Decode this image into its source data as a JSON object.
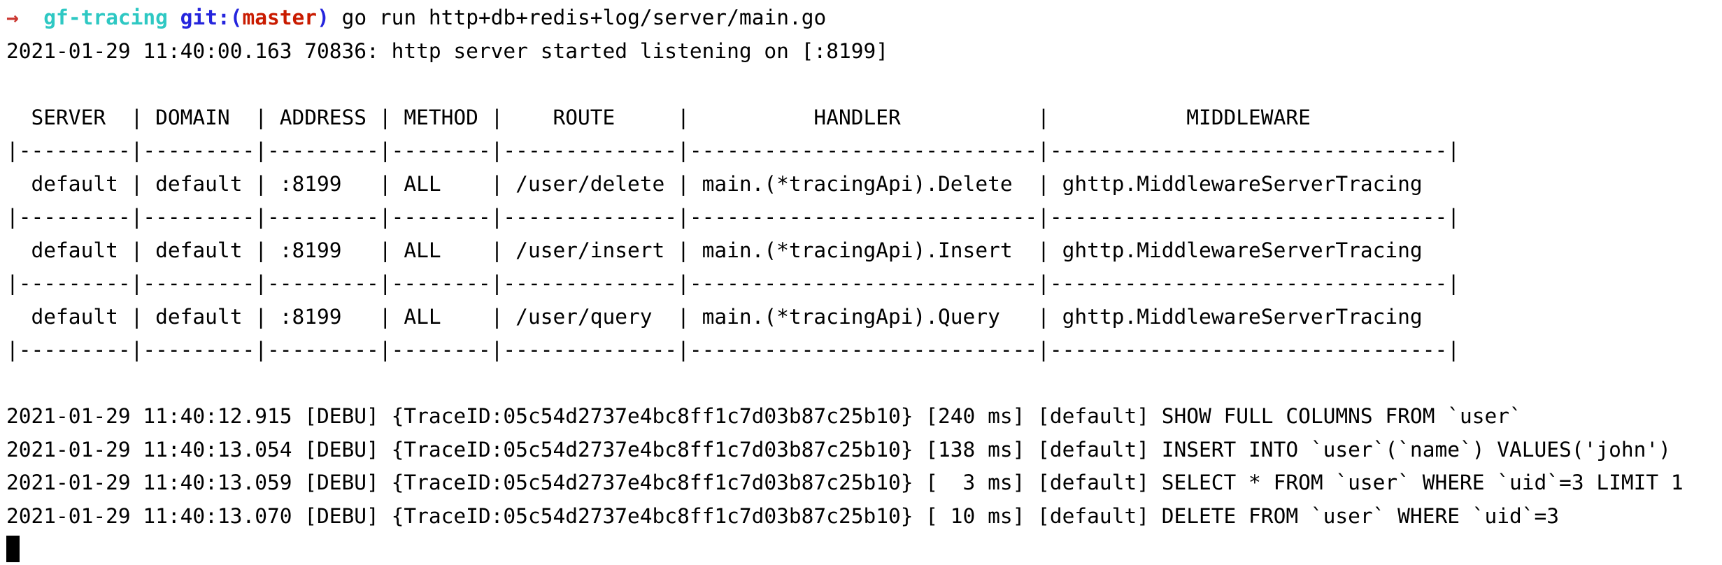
{
  "terminal": {
    "colors": {
      "background": "#ffffff",
      "foreground": "#000000",
      "prompt_arrow": "#cb3731",
      "directory_cyan": "#2ec8c3",
      "git_blue": "#2525dd",
      "branch_red": "#c91b00",
      "cursor": "#000000"
    },
    "prompt": {
      "arrow": "→  ",
      "directory": "gf-tracing ",
      "git_open": "git:(",
      "branch": "master",
      "git_close": ") ",
      "command": "go run http+db+redis+log/server/main.go"
    },
    "startup_log": "2021-01-29 11:40:00.163 70836: http server started listening on [:8199]",
    "route_table": {
      "columns": [
        "SERVER",
        "DOMAIN",
        "ADDRESS",
        "METHOD",
        "ROUTE",
        "HANDLER",
        "MIDDLEWARE"
      ],
      "rows": [
        [
          "default",
          "default",
          ":8199",
          "ALL",
          "/user/delete",
          "main.(*tracingApi).Delete",
          "ghttp.MiddlewareServerTracing"
        ],
        [
          "default",
          "default",
          ":8199",
          "ALL",
          "/user/insert",
          "main.(*tracingApi).Insert",
          "ghttp.MiddlewareServerTracing"
        ],
        [
          "default",
          "default",
          ":8199",
          "ALL",
          "/user/query",
          "main.(*tracingApi).Query",
          "ghttp.MiddlewareServerTracing"
        ]
      ],
      "lines": [
        "  SERVER  | DOMAIN  | ADDRESS | METHOD |    ROUTE     |          HANDLER           |           MIDDLEWARE",
        "|---------|---------|---------|--------|--------------|----------------------------|--------------------------------|",
        "  default | default | :8199   | ALL    | /user/delete | main.(*tracingApi).Delete  | ghttp.MiddlewareServerTracing",
        "|---------|---------|---------|--------|--------------|----------------------------|--------------------------------|",
        "  default | default | :8199   | ALL    | /user/insert | main.(*tracingApi).Insert  | ghttp.MiddlewareServerTracing",
        "|---------|---------|---------|--------|--------------|----------------------------|--------------------------------|",
        "  default | default | :8199   | ALL    | /user/query  | main.(*tracingApi).Query   | ghttp.MiddlewareServerTracing",
        "|---------|---------|---------|--------|--------------|----------------------------|--------------------------------|"
      ]
    },
    "sql_logs": [
      "2021-01-29 11:40:12.915 [DEBU] {TraceID:05c54d2737e4bc8ff1c7d03b87c25b10} [240 ms] [default] SHOW FULL COLUMNS FROM `user`",
      "2021-01-29 11:40:13.054 [DEBU] {TraceID:05c54d2737e4bc8ff1c7d03b87c25b10} [138 ms] [default] INSERT INTO `user`(`name`) VALUES('john')",
      "2021-01-29 11:40:13.059 [DEBU] {TraceID:05c54d2737e4bc8ff1c7d03b87c25b10} [  3 ms] [default] SELECT * FROM `user` WHERE `uid`=3 LIMIT 1",
      "2021-01-29 11:40:13.070 [DEBU] {TraceID:05c54d2737e4bc8ff1c7d03b87c25b10} [ 10 ms] [default] DELETE FROM `user` WHERE `uid`=3"
    ]
  }
}
